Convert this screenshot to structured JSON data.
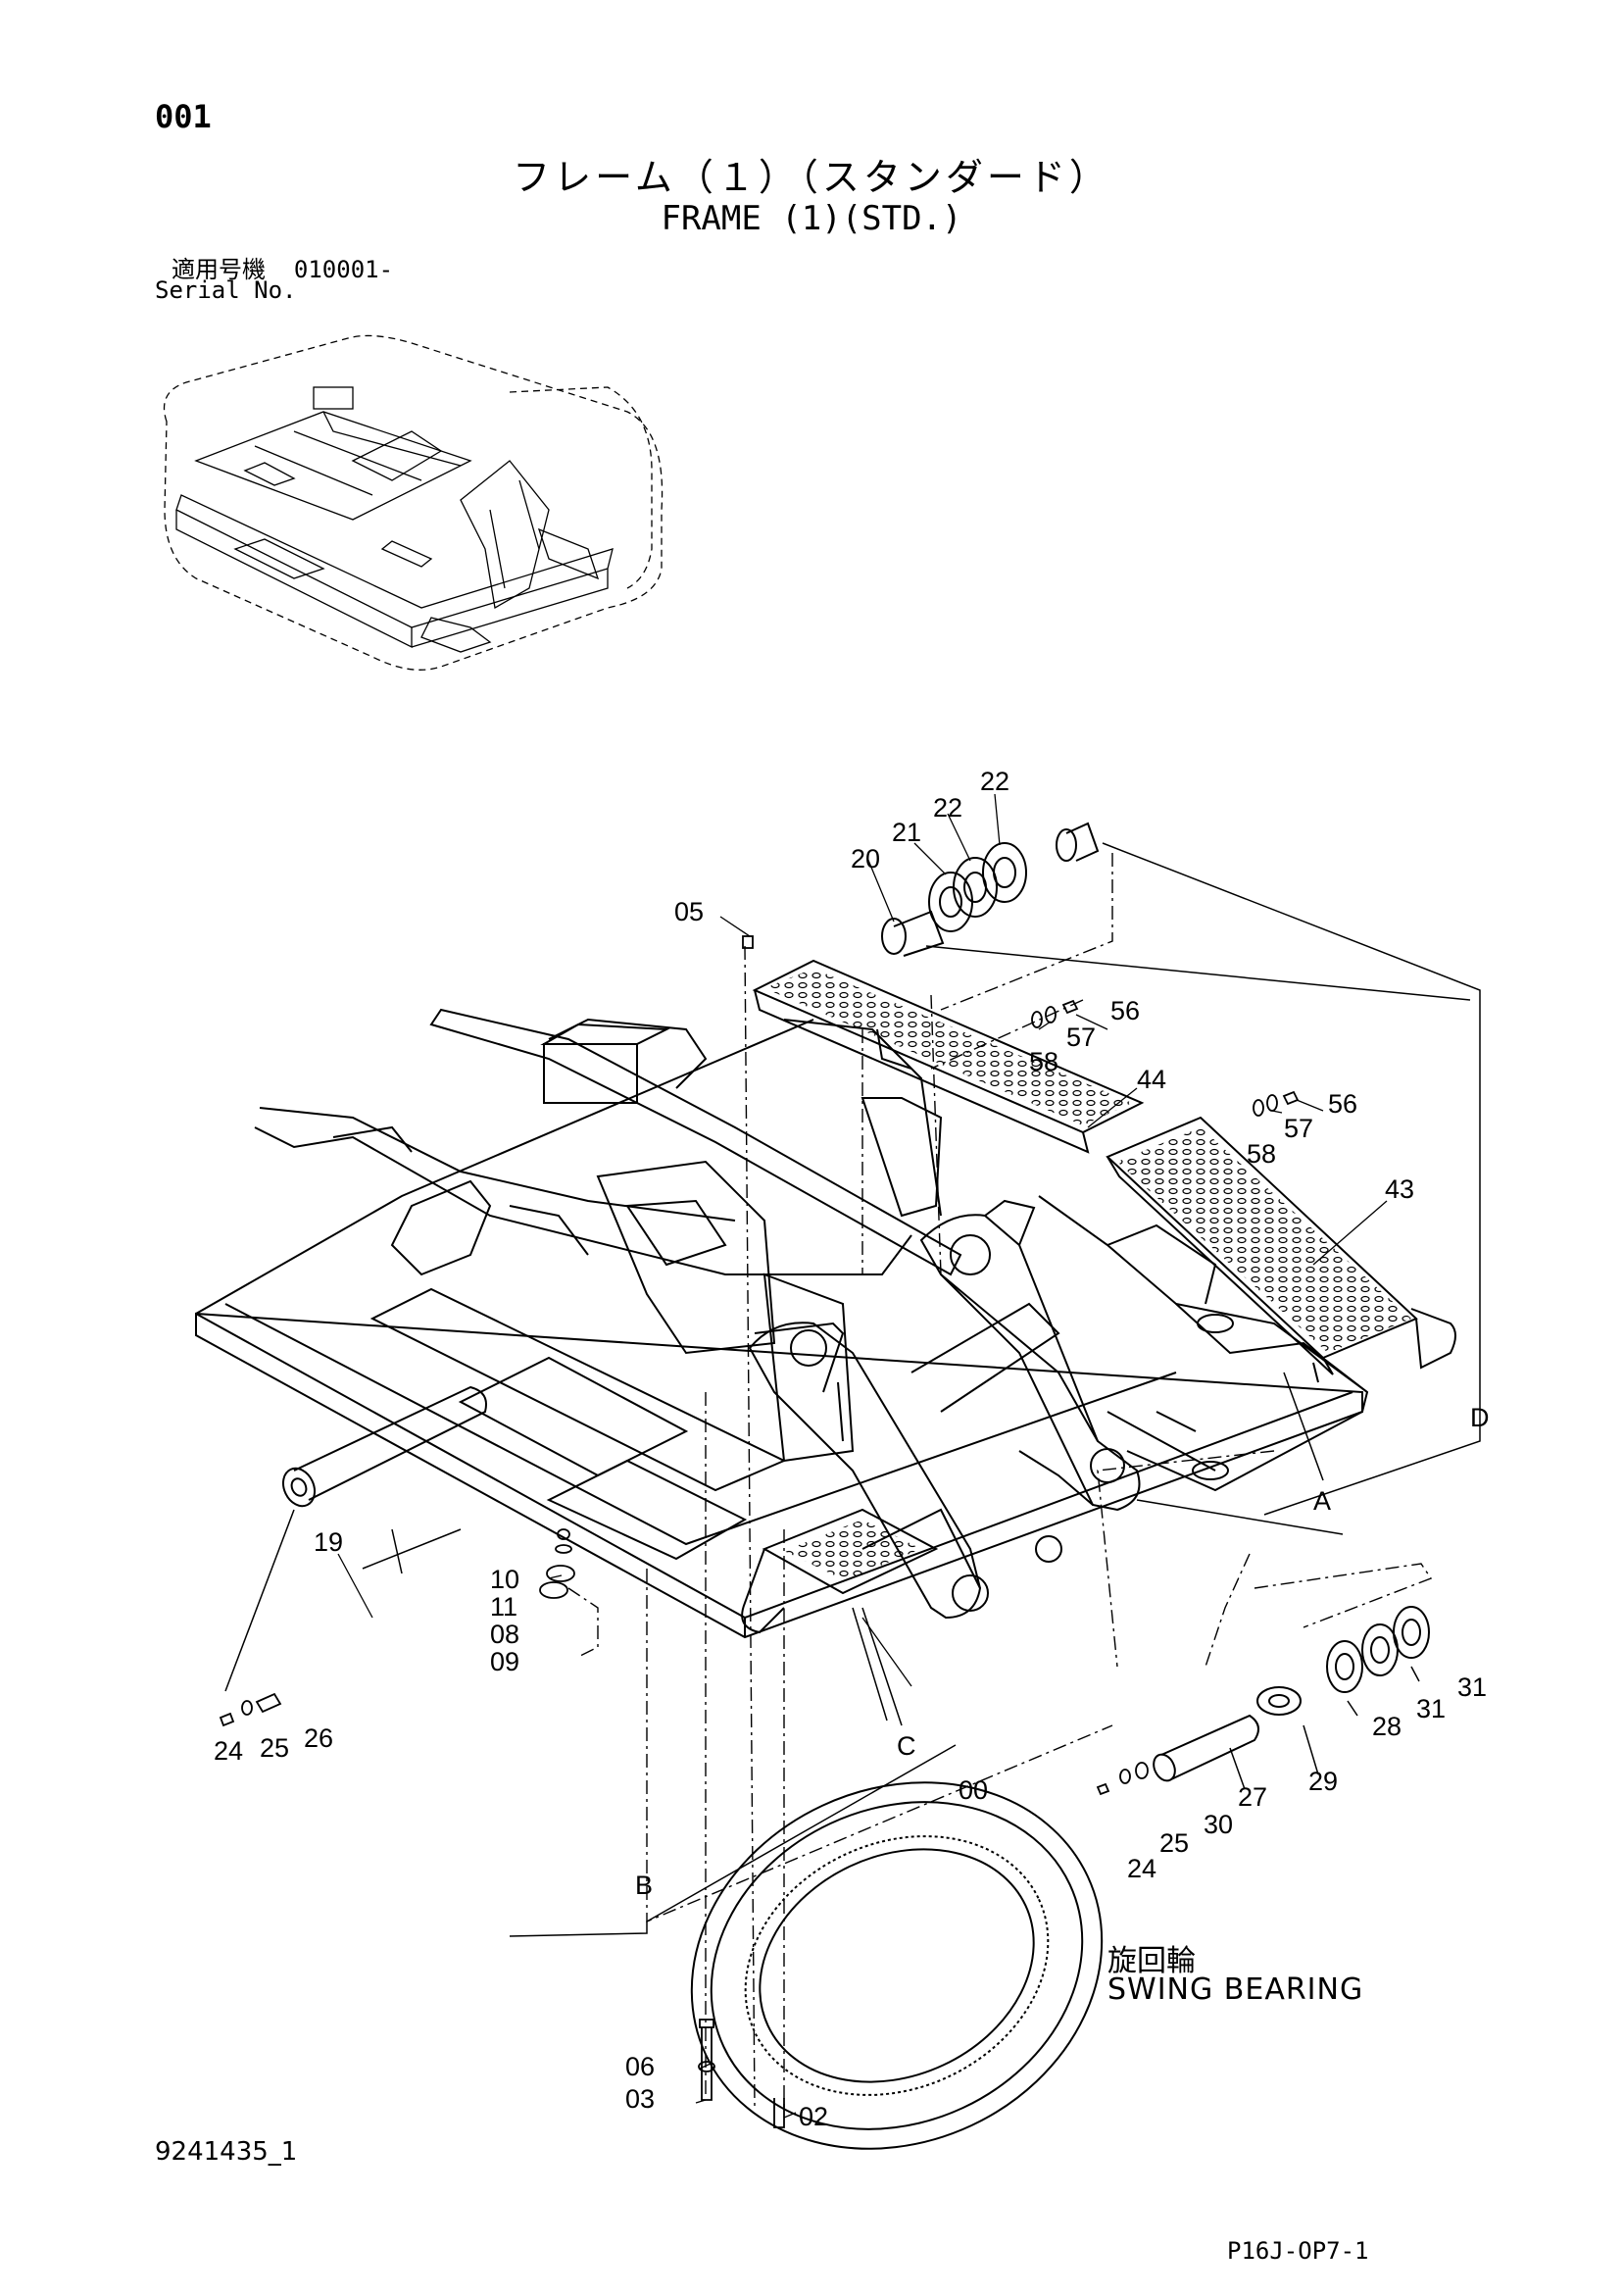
{
  "header": {
    "page_no": "001",
    "title_jp": "フレーム（１）（スタンダード）",
    "title_en": "FRAME (1)(STD.)",
    "serial_label_jp": "適用号機",
    "serial_value": "010001-",
    "serial_label_en": "Serial No."
  },
  "footer": {
    "doc_no": "9241435_1",
    "page_code": "P16J-OP7-1"
  },
  "swing_bearing": {
    "label_jp": "旋回輪",
    "label_en": "SWING BEARING"
  },
  "part_callouts": [
    "22",
    "22",
    "21",
    "20",
    "05",
    "56",
    "57",
    "58",
    "44",
    "56",
    "57",
    "58",
    "43",
    "D",
    "A",
    "19",
    "10",
    "11",
    "08",
    "09",
    "24",
    "25",
    "26",
    "C",
    "00",
    "31",
    "31",
    "28",
    "29",
    "27",
    "30",
    "25",
    "24",
    "B",
    "06",
    "03",
    "02"
  ]
}
